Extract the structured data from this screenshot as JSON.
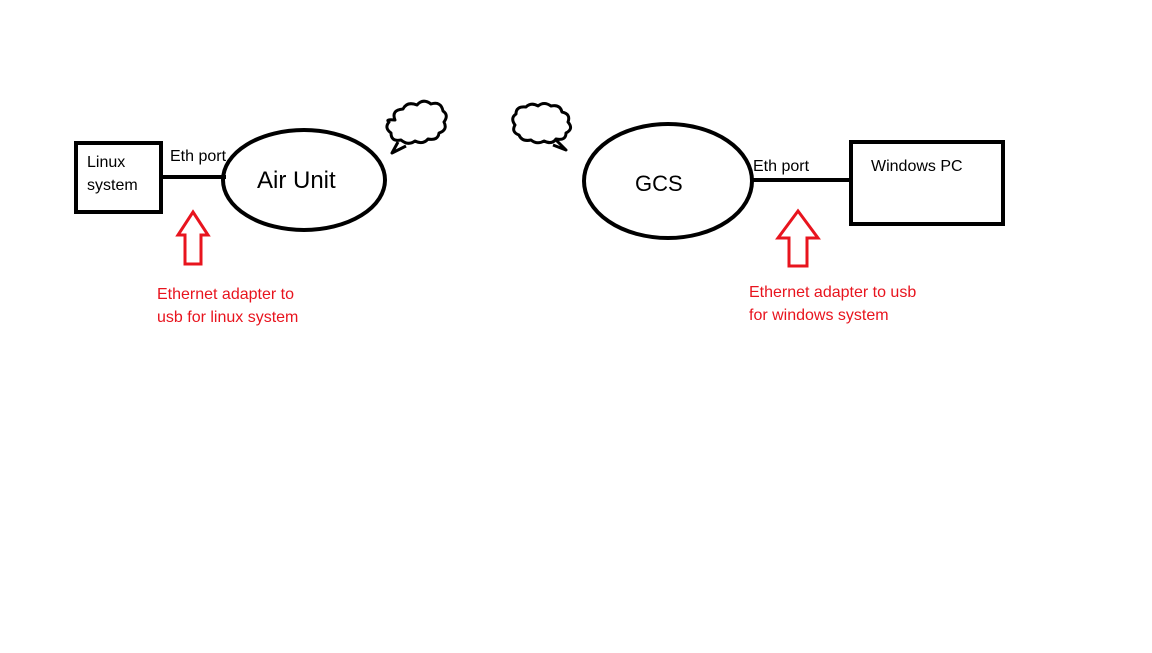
{
  "colors": {
    "stroke": "#000000",
    "annotation": "#e8141e",
    "background": "#ffffff"
  },
  "left": {
    "box_label_line1": "Linux",
    "box_label_line2": "system",
    "port_label": "Eth port",
    "node_label": "Air Unit",
    "note_line1": "Ethernet adapter to",
    "note_line2": "usb for linux system"
  },
  "right": {
    "node_label": "GCS",
    "port_label": "Eth port",
    "box_label": "Windows PC",
    "note_line1": "Ethernet adapter to usb",
    "note_line2": "for windows system"
  },
  "icons": {
    "left_cloud": "cloud-icon",
    "right_cloud": "cloud-icon",
    "left_arrow": "up-arrow-icon",
    "right_arrow": "up-arrow-icon"
  }
}
